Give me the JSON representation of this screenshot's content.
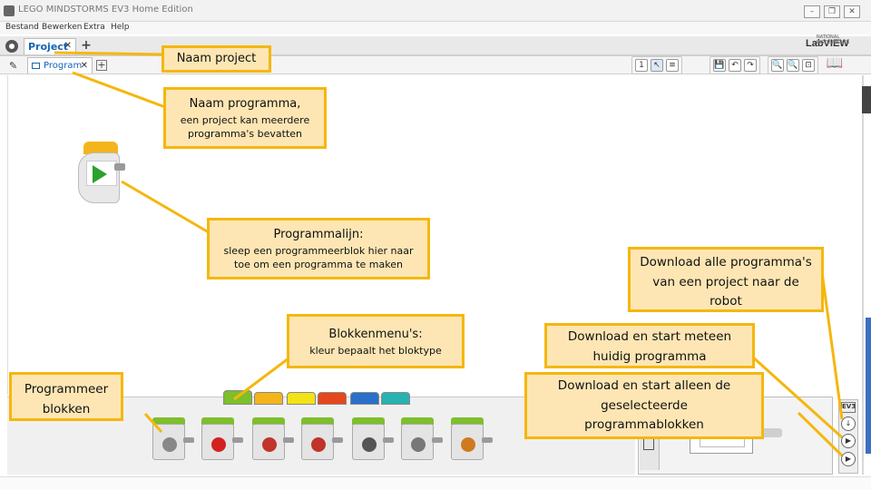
{
  "window": {
    "title": "LEGO MINDSTORMS EV3 Home Edition",
    "controls": [
      "–",
      "❐",
      "✕"
    ]
  },
  "menu": [
    "Bestand",
    "Bewerken",
    "Extra",
    "Help"
  ],
  "project_tab": {
    "label": "Project",
    "close": "✕",
    "add": "+"
  },
  "program_tab": {
    "label": "Program",
    "close": "✕",
    "add": "+"
  },
  "brand": {
    "logo": "LabVIEW",
    "tagline": "NATIONAL INSTRUMENTS"
  },
  "toolbar": {
    "groups": [
      [
        "1",
        "↖",
        "≡"
      ],
      [
        "💾",
        "↶",
        "↷"
      ],
      [
        "🔍",
        "🔍",
        "⊡"
      ]
    ]
  },
  "palette": {
    "tab_colors": [
      "#7dbf2c",
      "#f4b41c",
      "#f2e318",
      "#e6471c",
      "#2a6fc9",
      "#27b3b0"
    ],
    "blocks": [
      {
        "name": "medium-motor-block",
        "icon_color": "#888888"
      },
      {
        "name": "large-motor-block",
        "icon_color": "#d32020"
      },
      {
        "name": "move-steering-block",
        "icon_color": "#c0342a"
      },
      {
        "name": "move-tank-block",
        "icon_color": "#c0342a"
      },
      {
        "name": "display-block",
        "icon_color": "#555555"
      },
      {
        "name": "sound-block",
        "icon_color": "#777777"
      },
      {
        "name": "brick-status-light-block",
        "icon_color": "#d07a20"
      }
    ]
  },
  "download": {
    "ev3_label": "EV3",
    "buttons": [
      "↓",
      "▶",
      "▶"
    ]
  },
  "callouts": {
    "project_name": "Naam project",
    "program_name_title": "Naam programma,",
    "program_name_sub": "een project kan meerdere programma's bevatten",
    "program_line_title": "Programmalijn:",
    "program_line_sub": "sleep een programmeerblok hier naar toe om een programma te maken",
    "block_menu_title": "Blokkenmenu's:",
    "block_menu_sub": "kleur bepaalt het bloktype",
    "programming_blocks": "Programmeer blokken",
    "download_all": "Download alle programma's van een project naar de robot",
    "download_run": "Download en start meteen huidig programma",
    "download_selected": "Download en start alleen de geselecteerde programmablokken"
  },
  "colors": {
    "callout_fill": "#fde6b4",
    "callout_border": "#f5b70e",
    "accent_blue": "#1565b8"
  }
}
